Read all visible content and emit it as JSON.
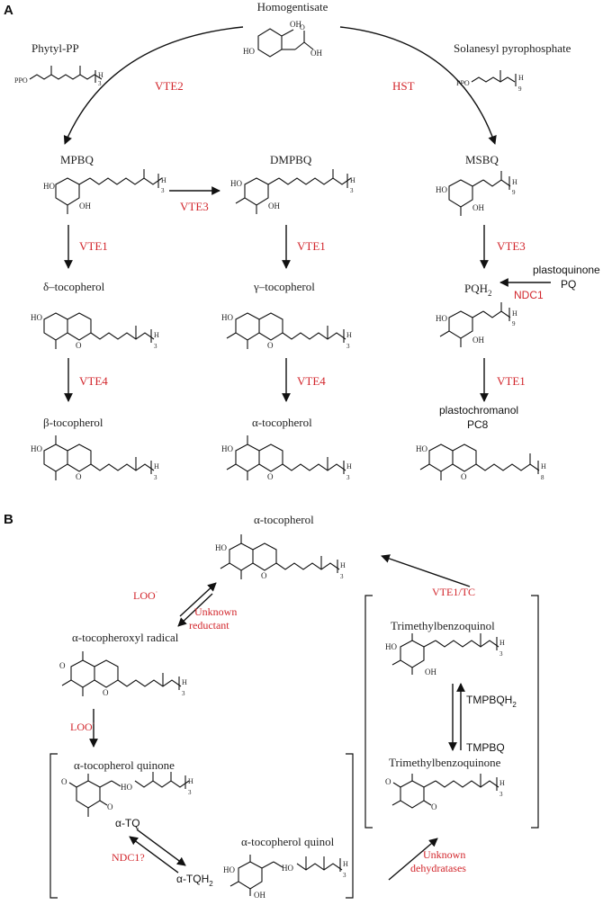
{
  "panel_a": {
    "label": "A",
    "homogentisate": "Homogentisate",
    "phytyl_pp": "Phytyl-PP",
    "solanesyl_pp": "Solanesyl pyrophosphate",
    "vte2": "VTE2",
    "hst": "HST",
    "mpbq": "MPBQ",
    "dmpbq": "DMPBQ",
    "msbq": "MSBQ",
    "vte3_left": "VTE3",
    "vte1_left": "VTE1",
    "vte1_mid": "VTE1",
    "vte3_right": "VTE3",
    "delta_toc": "δ–tocopherol",
    "gamma_toc": "γ–tocopherol",
    "pqh2": "PQH",
    "pqh2_sub": "2",
    "plastoquinone": "plastoquinone",
    "pq": "PQ",
    "ndc1": "NDC1",
    "vte4_left": "VTE4",
    "vte4_mid": "VTE4",
    "vte1_right": "VTE1",
    "beta_toc": "β-tocopherol",
    "alpha_toc": "α-tocopherol",
    "plastochromanol": "plastochromanol",
    "pc8": "PC8",
    "ppo": "PPO",
    "sub_3": "3",
    "sub_9": "9",
    "sub_8": "8",
    "h": "H",
    "oh": "OH",
    "ho": "HO",
    "o": "O"
  },
  "panel_b": {
    "label": "B",
    "alpha_toc": "α-tocopherol",
    "loo_top": "LOO",
    "unknown_reductant_1": "Unknown",
    "unknown_reductant_2": "reductant",
    "radical": "α-tocopheroxyl radical",
    "vte1_tc": "VTE1/TC",
    "trimethylbenzoquinol": "Trimethylbenzoquinol",
    "tmpbqh2": "TMPBQH",
    "tmpbq": "TMPBQ",
    "trimethylbenzoquinone": "Trimethylbenzoquinone",
    "loo_mid": "LOO",
    "quinone": "α-tocopherol quinone",
    "atq": "α-TQ",
    "ndc1q": "NDC1?",
    "atqh2": "α-TQH",
    "quinol": "α-tocopherol quinol",
    "unknown_dehydratases_1": "Unknown",
    "unknown_dehydratases_2": "dehydratases",
    "sub_2": "2"
  }
}
